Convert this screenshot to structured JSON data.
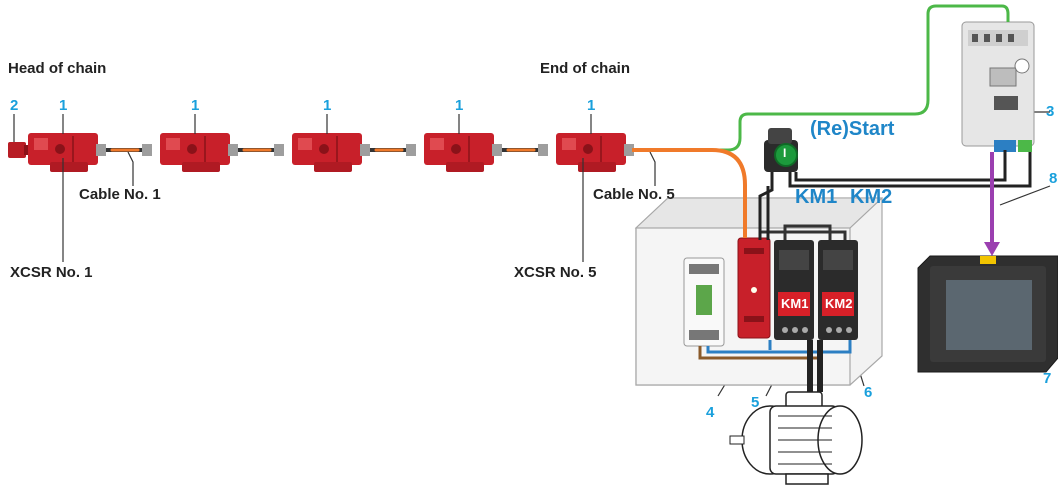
{
  "labels": {
    "head_of_chain": "Head of chain",
    "end_of_chain": "End of chain",
    "cable_first": "Cable No. 1",
    "cable_last": "Cable No. 5",
    "xcsr_first": "XCSR No. 1",
    "xcsr_last": "XCSR No. 5",
    "restart": "(Re)Start",
    "km1_title": "KM1",
    "km2_title": "KM2",
    "km1_tag": "KM1",
    "km2_tag": "KM2",
    "restart_button_glyph": "I"
  },
  "callouts": {
    "terminator": "2",
    "sensor_1": "1",
    "sensor_2": "1",
    "sensor_3": "1",
    "sensor_4": "1",
    "sensor_5": "1",
    "plc": "3",
    "safety_module": "4",
    "contactor_km1": "5",
    "contactor_km2": "6",
    "hmi": "7",
    "comm_cable": "8"
  },
  "colors": {
    "sensor_red": "#c8202a",
    "cable_orange": "#f07a2a",
    "cable_green": "#4cb848",
    "cable_purple": "#9b3fb0",
    "callout_blue": "#1aa0dc",
    "title_blue": "#1f86c8"
  }
}
